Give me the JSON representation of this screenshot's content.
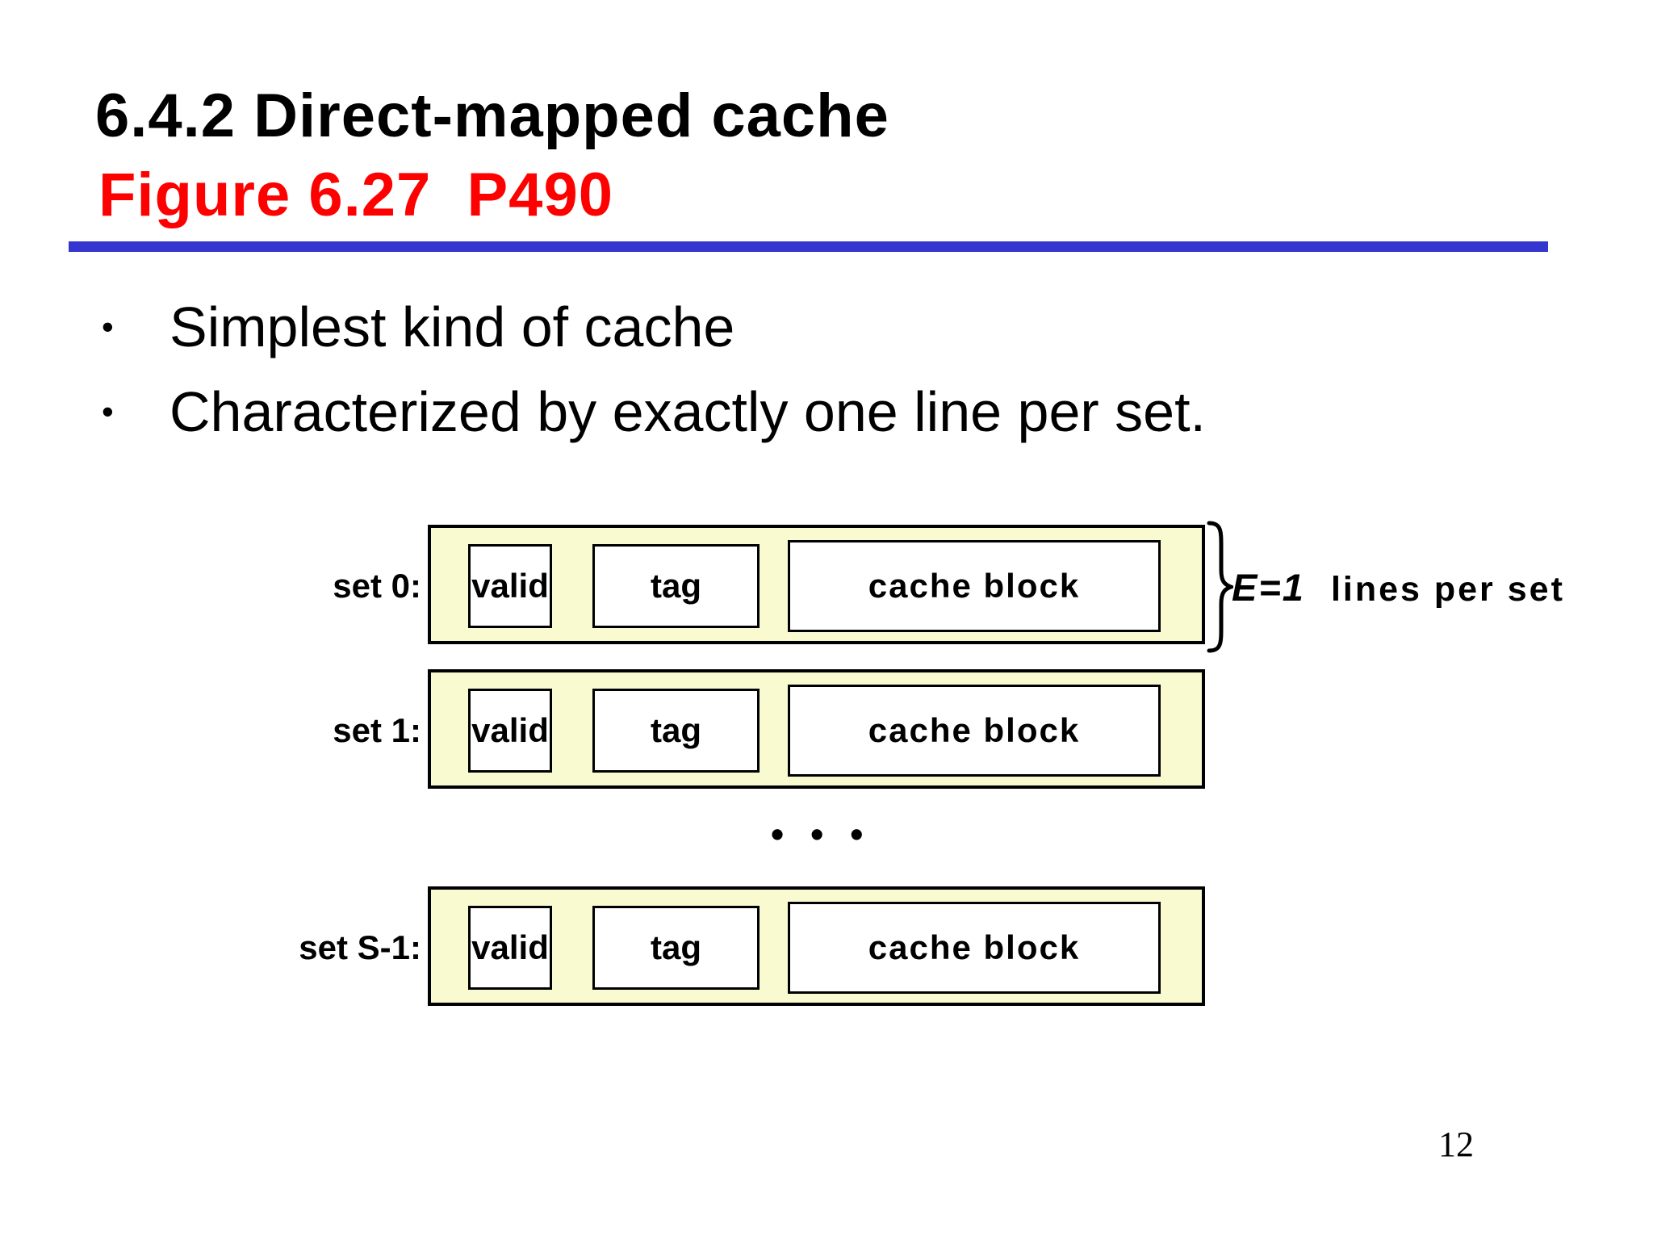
{
  "slide": {
    "title": "6.4.2 Direct-mapped cache",
    "figure_ref": "Figure 6.27  P490",
    "bullet_glyph": "•",
    "bullets": [
      "Simplest kind of cache",
      "Characterized by exactly one line per set."
    ],
    "diagram": {
      "rows": [
        {
          "label": "set 0:",
          "valid": "valid",
          "tag": "tag",
          "block": "cache block"
        },
        {
          "label": "set 1:",
          "valid": "valid",
          "tag": "tag",
          "block": "cache block"
        },
        {
          "label": "set S-1:",
          "valid": "valid",
          "tag": "tag",
          "block": "cache block"
        }
      ],
      "ellipsis": "•••",
      "annotation": {
        "e_term": "E=1",
        "description": "lines per set"
      }
    },
    "page_number": "12",
    "colors": {
      "title_text": "#000000",
      "figure_ref_text": "#FF0000",
      "rule_blue": "#3535CF",
      "set_box_fill": "#FAFAD0",
      "box_border": "#000000"
    },
    "icons": {
      "brace": "right-curly-brace"
    }
  }
}
